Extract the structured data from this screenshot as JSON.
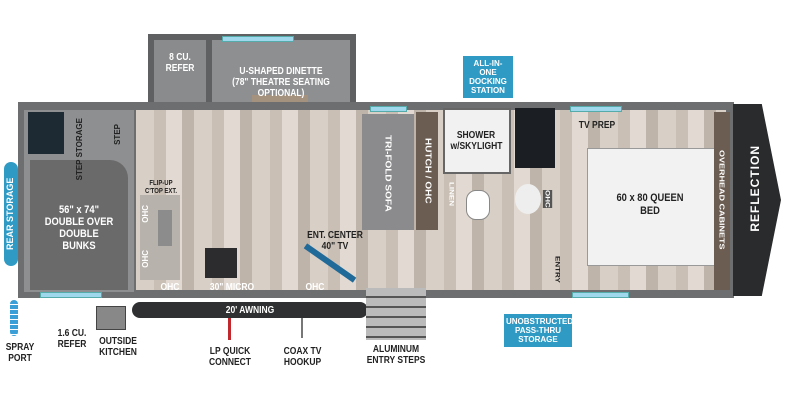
{
  "labels": {
    "refer8": "8 CU. REFER",
    "dinette": "U-SHAPED DINETTE (78\" THEATRE SEATING OPTIONAL)",
    "docking": "ALL-IN-ONE DOCKING STATION",
    "step_storage": "STEP STORAGE",
    "step": "STEP",
    "rear_storage": "REAR STORAGE",
    "bunks": "56\" x 74\" DOUBLE OVER DOUBLE BUNKS",
    "flipup": "FLIP-UP C'TOP EXT.",
    "ohc": "OHC",
    "micro": "30\" MICRO",
    "ent_center": "ENT. CENTER 40\" TV",
    "trifold": "TRI-FOLD SOFA",
    "hutch": "HUTCH / OHC",
    "shower": "SHOWER w/SKYLIGHT",
    "linen": "LINEN",
    "entry": "ENTRY",
    "tv_prep": "TV PREP",
    "queen": "60 x 80 QUEEN BED",
    "overhead": "OVERHEAD CABINETS",
    "brand": "REFLECTION",
    "awning": "20' AWNING",
    "spray": "SPRAY PORT",
    "refer16": "1.6 CU. REFER",
    "outside_kitchen": "OUTSIDE KITCHEN",
    "lp": "LP QUICK CONNECT",
    "coax": "COAX TV HOOKUP",
    "steps": "ALUMINUM ENTRY STEPS",
    "passthru": "UNOBSTRUCTED PASS-THRU STORAGE"
  },
  "colors": {
    "accent": "#2f9ac4",
    "wall": "#6d6e70",
    "cap": "#2a2b2d"
  }
}
